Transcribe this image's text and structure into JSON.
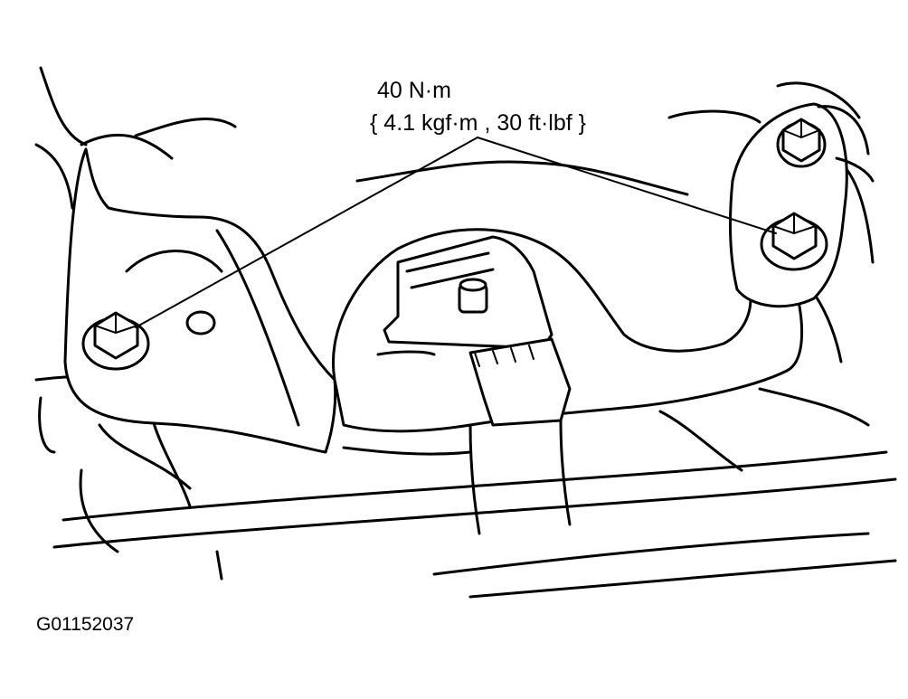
{
  "diagram": {
    "torque_label": {
      "primary": "40 N·m",
      "secondary": "{ 4.1 kgf·m , 30 ft·lbf }"
    },
    "figure_code": "G01152037",
    "callout_count": 2
  }
}
